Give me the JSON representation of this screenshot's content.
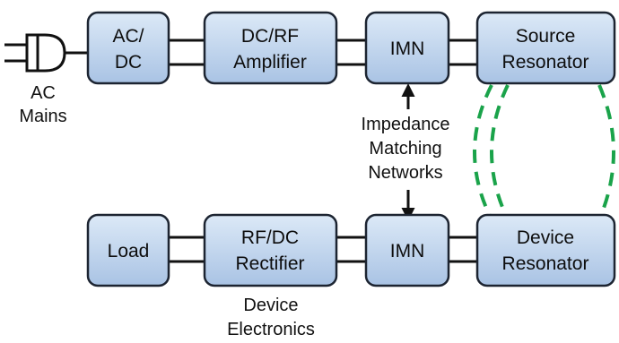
{
  "colors": {
    "block_fill_top": "#dce9f7",
    "block_fill_bottom": "#a9c3e4",
    "block_border": "#1c2431",
    "coupling_field": "#1aa34a",
    "wire": "#111111"
  },
  "icons": {
    "plug": "ac-plug-icon",
    "arrow": "double-headed-arrow-icon"
  },
  "blocks": {
    "ac_dc": [
      "AC/",
      "DC"
    ],
    "amplifier": [
      "DC/RF",
      "Amplifier"
    ],
    "imn_top": [
      "IMN"
    ],
    "source_resonator": [
      "Source",
      "Resonator"
    ],
    "load": [
      "Load"
    ],
    "rectifier": [
      "RF/DC",
      "Rectifier"
    ],
    "imn_bottom": [
      "IMN"
    ],
    "device_resonator": [
      "Device",
      "Resonator"
    ]
  },
  "labels": {
    "ac_mains": [
      "AC",
      "Mains"
    ],
    "impedance_matching": [
      "Impedance",
      "Matching",
      "Networks"
    ],
    "device_electronics": [
      "Device",
      "Electronics"
    ]
  }
}
